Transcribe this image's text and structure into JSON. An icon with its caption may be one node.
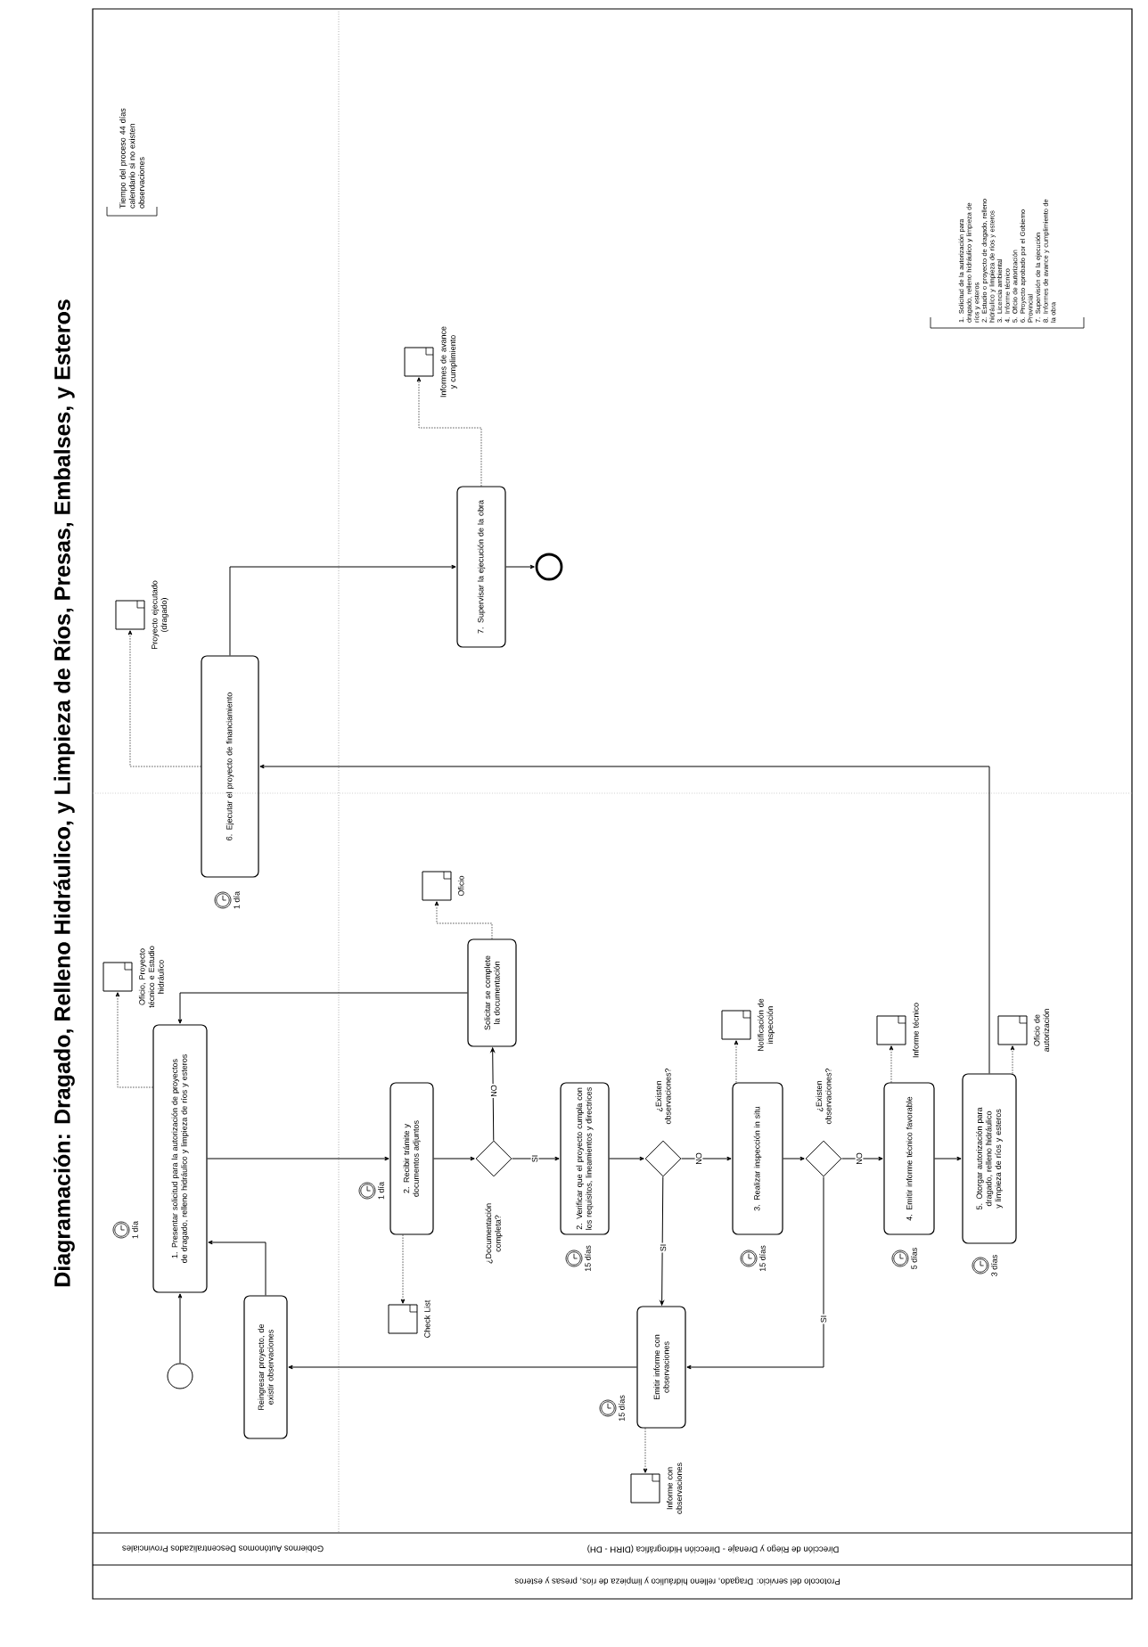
{
  "diagram": {
    "title": "Diagramación: Dragado, Relleno Hidráulico, y Limpieza de Ríos, Presas, Embalses, y Esteros",
    "nodes": [
      {
        "text": [],
        "shape": "circle"
      },
      {
        "text": [
          "1. Presentar solicitud para la autorización de proyectos de dragado, relleno hidráulico y limpieza de ríos y esteros"
        ],
        "beside": [
          "1 día"
        ]
      },
      {
        "text": [
          "Reingresar proyecto, de existir observaciones"
        ]
      },
      {
        "text": [
          "2. Recibir trámite y documentos adjuntos"
        ],
        "beside": [
          "1 día"
        ]
      },
      {
        "text": [
          "¿Documentación completa?"
        ]
      },
      {
        "text": [
          "Solicitar se complete la documentación"
        ]
      },
      {
        "text": [
          "2. Verificar que el proyecto cumpla con los requisitos, lineamientos y directrices"
        ],
        "beside": [
          "15 días"
        ]
      },
      {
        "text": [
          "¿Existen observaciones?"
        ]
      },
      {
        "text": [
          "Emitir informe con observaciones"
        ],
        "beside": [
          "15 días"
        ]
      },
      {
        "text": [
          "3. Realizar inspección in situ"
        ],
        "beside": [
          "15 días"
        ]
      },
      {
        "text": [
          "¿Existen observaciones?"
        ]
      },
      {
        "text": [
          "4. Emitir informe técnico favorable"
        ],
        "beside": [
          "5 días"
        ]
      },
      {
        "text": [
          "5. Otorgar autorización para dragado, relleno hidráulico y limpieza de ríos y esteros"
        ],
        "beside": [
          "3 días"
        ]
      },
      {
        "text": [
          "6. Ejecutar el proyecto de financiamiento"
        ],
        "beside": [
          "1 día"
        ]
      },
      {
        "text": [
          "7. Supervisar la ejecución de la obra"
        ]
      },
      {
        "text": [],
        "shape": "circle"
      },
      {
        "text": [
          "Oficio, Proyecto técnico e Estudio hidráulico"
        ]
      },
      {
        "text": [
          "Check List"
        ]
      },
      {
        "text": [
          "Oficio"
        ]
      },
      {
        "text": [
          "Notificación de inspección"
        ]
      },
      {
        "text": [
          "Informe con observaciones"
        ]
      },
      {
        "text": [
          "Informe técnico"
        ]
      },
      {
        "text": [
          "Oficio de autorización"
        ]
      },
      {
        "text": [
          "Proyecto ejecutado (dragado)"
        ]
      },
      {
        "text": [
          "Informes de avance y cumplimiento"
        ]
      }
    ],
    "edges": [
      {
        "from": 0,
        "to": 1,
        "arrow": "to"
      },
      {
        "from": 1,
        "to": 3,
        "arrow": "to"
      },
      {
        "from": 3,
        "to": 4,
        "arrow": "to"
      },
      {
        "from": 4,
        "to": 5,
        "arrow": "to",
        "label": "NO"
      },
      {
        "from": 4,
        "to": 6,
        "arrow": "to",
        "label": "SI"
      },
      {
        "from": 5,
        "to": 1,
        "arrow": "to"
      },
      {
        "from": 6,
        "to": 7,
        "arrow": "to"
      },
      {
        "from": 7,
        "to": 9,
        "arrow": "to",
        "label": "NO"
      },
      {
        "from": 7,
        "to": 8,
        "arrow": "to",
        "label": "SI"
      },
      {
        "from": 9,
        "to": 10,
        "arrow": "to"
      },
      {
        "from": 10,
        "to": 11,
        "arrow": "to",
        "label": "NO"
      },
      {
        "from": 10,
        "to": 8,
        "arrow": "to",
        "label": "SI"
      },
      {
        "from": 8,
        "to": 2,
        "arrow": "to"
      },
      {
        "from": 2,
        "to": 1,
        "arrow": "to"
      },
      {
        "from": 11,
        "to": 12,
        "arrow": "to"
      },
      {
        "from": 12,
        "to": 13,
        "arrow": "to"
      },
      {
        "from": 13,
        "to": 14,
        "arrow": "to"
      },
      {
        "from": 14,
        "to": 15,
        "arrow": "to"
      },
      {
        "from": 1,
        "to": 16,
        "arrow": "to",
        "style": "dashed"
      },
      {
        "from": 3,
        "to": 17,
        "arrow": "to",
        "style": "dashed"
      },
      {
        "from": 5,
        "to": 18,
        "arrow": "to",
        "style": "dashed"
      },
      {
        "from": 9,
        "to": 19,
        "arrow": "to",
        "style": "dashed"
      },
      {
        "from": 8,
        "to": 20,
        "arrow": "to",
        "style": "dashed"
      },
      {
        "from": 11,
        "to": 21,
        "arrow": "to",
        "style": "dashed"
      },
      {
        "from": 12,
        "to": 22,
        "arrow": "to",
        "style": "dashed"
      },
      {
        "from": 13,
        "to": 23,
        "arrow": "to",
        "style": "dashed"
      },
      {
        "from": 14,
        "to": 24,
        "arrow": "to",
        "style": "dashed"
      }
    ],
    "labels": [
      "Tiempo del proceso 44 días calendario si no existen observaciones",
      "1. Solicitud de la autorización para dragado, relleno hidráulico y limpieza de ríos y esteros",
      "2. Estudio o proyecto de dragado, relleno hidráulico y limpieza de ríos y esteros",
      "3. Licencia ambiental",
      "4. Informe técnico",
      "5. Oficio de autorización",
      "6. Proyecto aprobado por el Gobierno Provincial",
      "7. Supervisión de la ejecución",
      "8. Informes de avance y cumplimiento de la obra",
      "Gobiernos Autónomos Descentralizados Provinciales",
      "Dirección de Riego y Drenaje - Dirección Hidrográfica (DIRH - DH)",
      "Protocolo del servicio: Dragado, relleno hidráulico y limpieza de ríos, presas y esteros"
    ]
  }
}
